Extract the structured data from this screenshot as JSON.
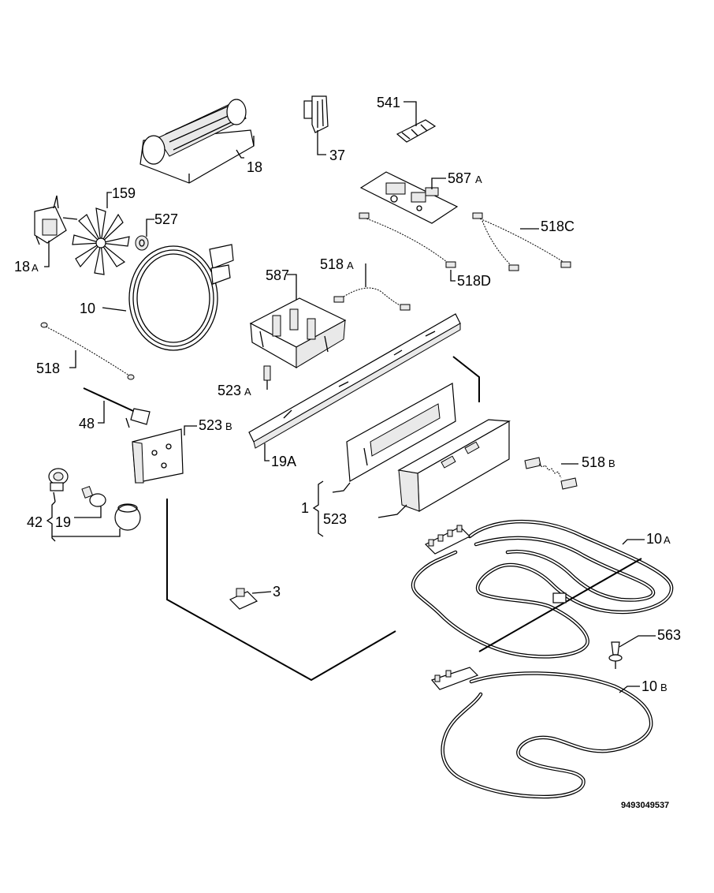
{
  "diagram": {
    "document_code": "9493049537",
    "labels": {
      "p541": {
        "num": "541",
        "suffix": ""
      },
      "p37": {
        "num": "37",
        "suffix": ""
      },
      "p18": {
        "num": "18",
        "suffix": ""
      },
      "p587a": {
        "num": "587",
        "suffix": "A"
      },
      "p159": {
        "num": "159",
        "suffix": ""
      },
      "p527": {
        "num": "527",
        "suffix": ""
      },
      "p518c": {
        "num": "518C",
        "suffix": ""
      },
      "p18a": {
        "num": "18",
        "suffix": "A"
      },
      "p587": {
        "num": "587",
        "suffix": ""
      },
      "p518a": {
        "num": "518",
        "suffix": "A"
      },
      "p518d": {
        "num": "518D",
        "suffix": ""
      },
      "p10": {
        "num": "10",
        "suffix": ""
      },
      "p518": {
        "num": "518",
        "suffix": ""
      },
      "p523a": {
        "num": "523",
        "suffix": "A"
      },
      "p48": {
        "num": "48",
        "suffix": ""
      },
      "p523b": {
        "num": "523",
        "suffix": "B"
      },
      "p19a": {
        "num": "19A",
        "suffix": ""
      },
      "p518b": {
        "num": "518",
        "suffix": "B"
      },
      "p1": {
        "num": "1",
        "suffix": ""
      },
      "p523": {
        "num": "523",
        "suffix": ""
      },
      "p42": {
        "num": "42",
        "suffix": ""
      },
      "p19": {
        "num": "19",
        "suffix": ""
      },
      "p10a": {
        "num": "10",
        "suffix": "A"
      },
      "p3": {
        "num": "3",
        "suffix": ""
      },
      "p563": {
        "num": "563",
        "suffix": ""
      },
      "p10b": {
        "num": "10",
        "suffix": "B"
      }
    }
  }
}
